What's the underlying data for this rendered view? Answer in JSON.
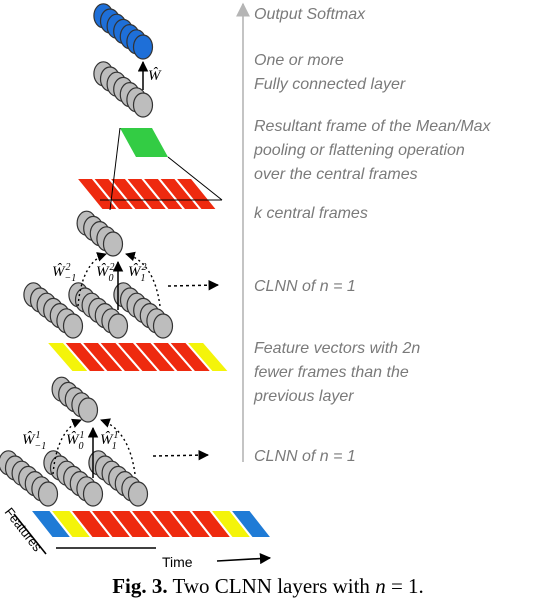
{
  "labels": {
    "output": "Output Softmax",
    "fc_line1": "One or more",
    "fc_line2": "Fully connected layer",
    "pool_line1": "Resultant frame of the Mean/Max",
    "pool_line2": "pooling or flattening operation",
    "pool_line3": "over the central frames",
    "central": "k central frames",
    "clnn_top": "CLNN of n = 1",
    "feat_line1": "Feature vectors with 2n",
    "feat_line2": "fewer frames than the",
    "feat_line3": "previous layer",
    "clnn_bottom": "CLNN of n = 1"
  },
  "axes": {
    "time": "Time",
    "features": "Features"
  },
  "weights": {
    "top": "Ŵ",
    "l2_left": "Ŵ",
    "l2_left_sub": "−1",
    "l2_left_sup": "2",
    "l2_mid": "Ŵ",
    "l2_mid_sub": "0",
    "l2_mid_sup": "2",
    "l2_right": "Ŵ",
    "l2_right_sub": "1",
    "l2_right_sup": "2",
    "l1_left": "Ŵ",
    "l1_left_sub": "−1",
    "l1_left_sup": "1",
    "l1_mid": "Ŵ",
    "l1_mid_sub": "0",
    "l1_mid_sup": "1",
    "l1_right": "Ŵ",
    "l1_right_sub": "1",
    "l1_right_sup": "1"
  },
  "caption": {
    "bold": "Fig. 3.",
    "text": " Two CLNN layers with ",
    "math": "n",
    "tail": " = 1."
  },
  "colors": {
    "red": "#ee2a0f",
    "yellow": "#f4f40a",
    "blue": "#1f7bd6",
    "green": "#33cc44",
    "gray": "#bdbdbd",
    "output_blue": "#1e6fd8",
    "label_gray": "#7a7a7a"
  },
  "strips": {
    "input": [
      "blue",
      "yellow",
      "red",
      "red",
      "red",
      "red",
      "red",
      "red",
      "red",
      "yellow",
      "blue"
    ],
    "mid": [
      "yellow",
      "red",
      "red",
      "red",
      "red",
      "red",
      "red",
      "red",
      "yellow"
    ],
    "central": [
      "red",
      "red",
      "red",
      "red",
      "red",
      "red",
      "red"
    ]
  }
}
